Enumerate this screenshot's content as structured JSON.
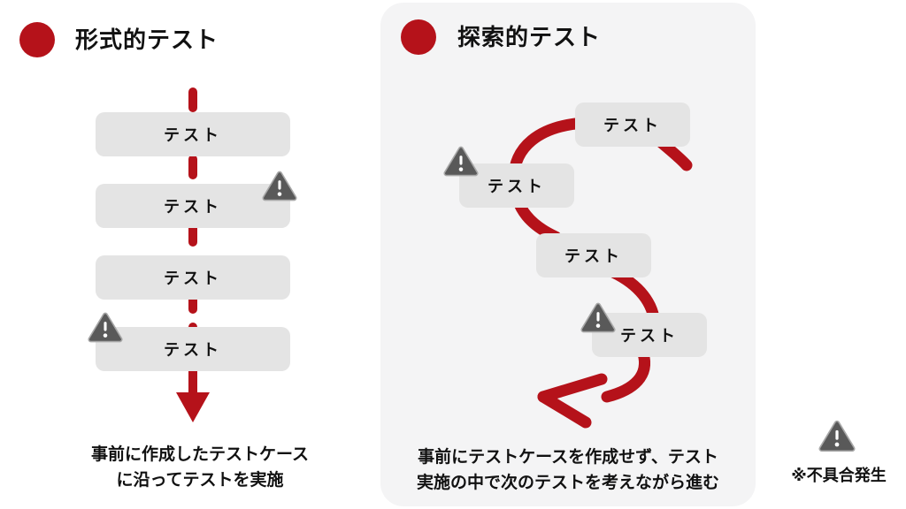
{
  "colors": {
    "accent_red": "#b5121a",
    "box_gray": "#e4e4e4",
    "panel_gray": "#f4f4f5",
    "warning_fill": "#595959",
    "warning_rim": "#a8a8a8",
    "text": "#111111"
  },
  "icons": {
    "bullet": "red-circle",
    "warning": "triangle-exclamation",
    "formal_flow": "straight-dashed-down-arrow",
    "exploratory_flow": "curved-winding-arrow"
  },
  "left_section": {
    "title": "形式的テスト",
    "boxes": [
      {
        "label": "テスト",
        "warning": false
      },
      {
        "label": "テスト",
        "warning": true
      },
      {
        "label": "テスト",
        "warning": false
      },
      {
        "label": "テスト",
        "warning": true
      }
    ],
    "caption_line1": "事前に作成したテストケース",
    "caption_line2": "に沿ってテストを実施"
  },
  "right_section": {
    "title": "探索的テスト",
    "boxes": [
      {
        "label": "テスト",
        "warning": false
      },
      {
        "label": "テスト",
        "warning": true
      },
      {
        "label": "テスト",
        "warning": false
      },
      {
        "label": "テスト",
        "warning": true
      }
    ],
    "caption_line1": "事前にテストケースを作成せず、テスト",
    "caption_line2": "実施の中で次のテストを考えながら進む"
  },
  "legend": {
    "label": "※不具合発生"
  }
}
